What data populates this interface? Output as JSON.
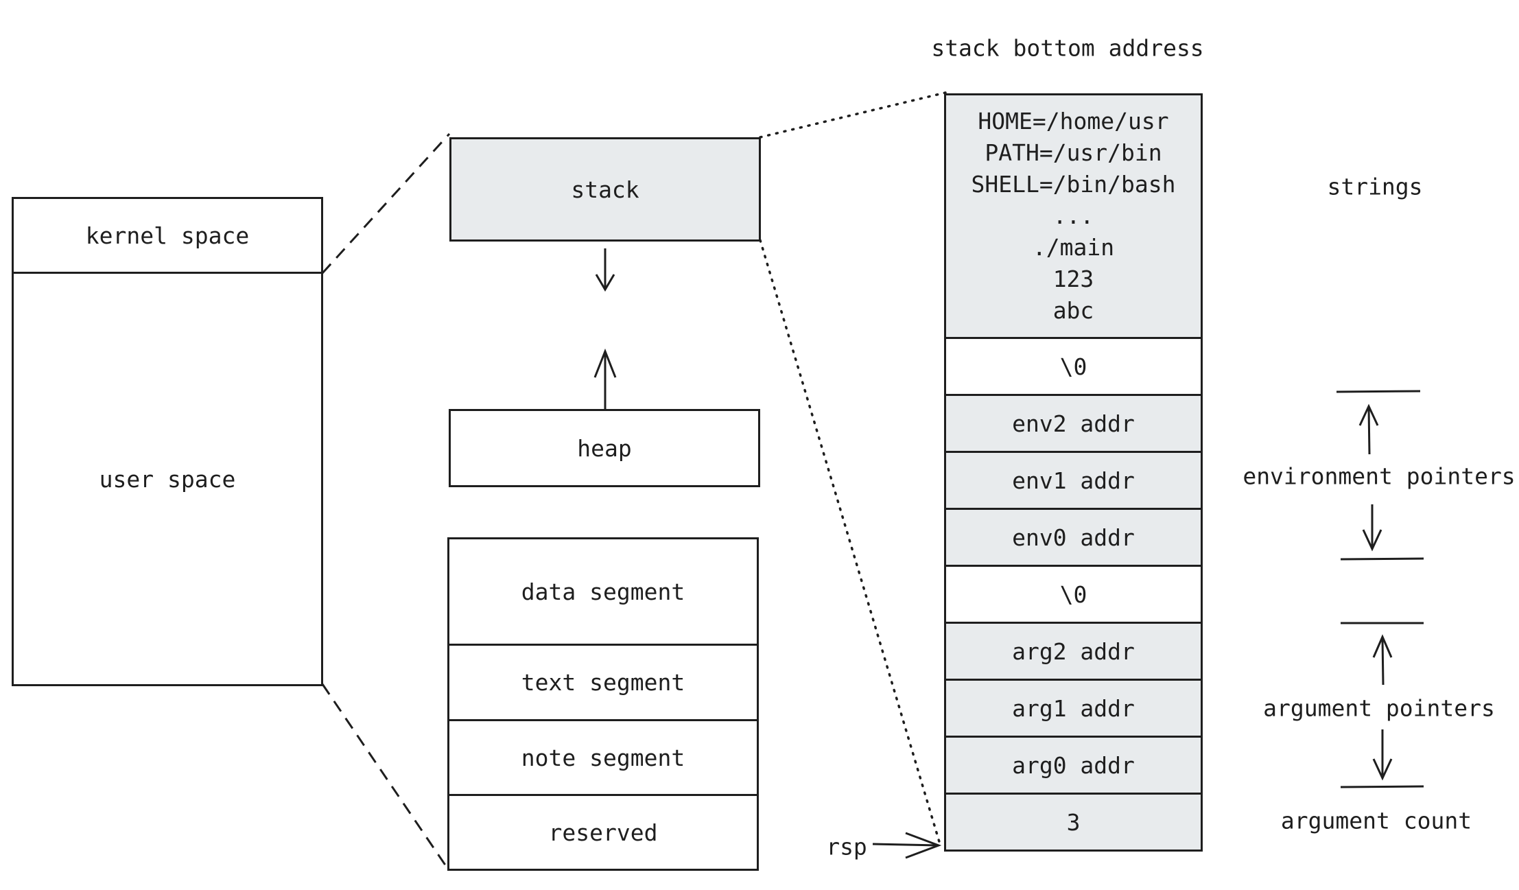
{
  "address_space": {
    "kernel": "kernel space",
    "user": "user space"
  },
  "segments": {
    "stack": "stack",
    "heap": "heap",
    "data": "data segment",
    "text": "text segment",
    "note": "note segment",
    "reserved": "reserved"
  },
  "stack_detail": {
    "top_label": "stack bottom address",
    "strings": [
      "HOME=/home/usr",
      "PATH=/usr/bin",
      "SHELL=/bin/bash",
      "...",
      "./main",
      "123",
      "abc"
    ],
    "cells": [
      "\\0",
      "env2 addr",
      "env1 addr",
      "env0 addr",
      "\\0",
      "arg2 addr",
      "arg1 addr",
      "arg0 addr",
      "3"
    ],
    "rsp_label": "rsp"
  },
  "annotations": {
    "strings": "strings",
    "environment_pointers": "environment pointers",
    "argument_pointers": "argument pointers",
    "argument_count": "argument count"
  }
}
